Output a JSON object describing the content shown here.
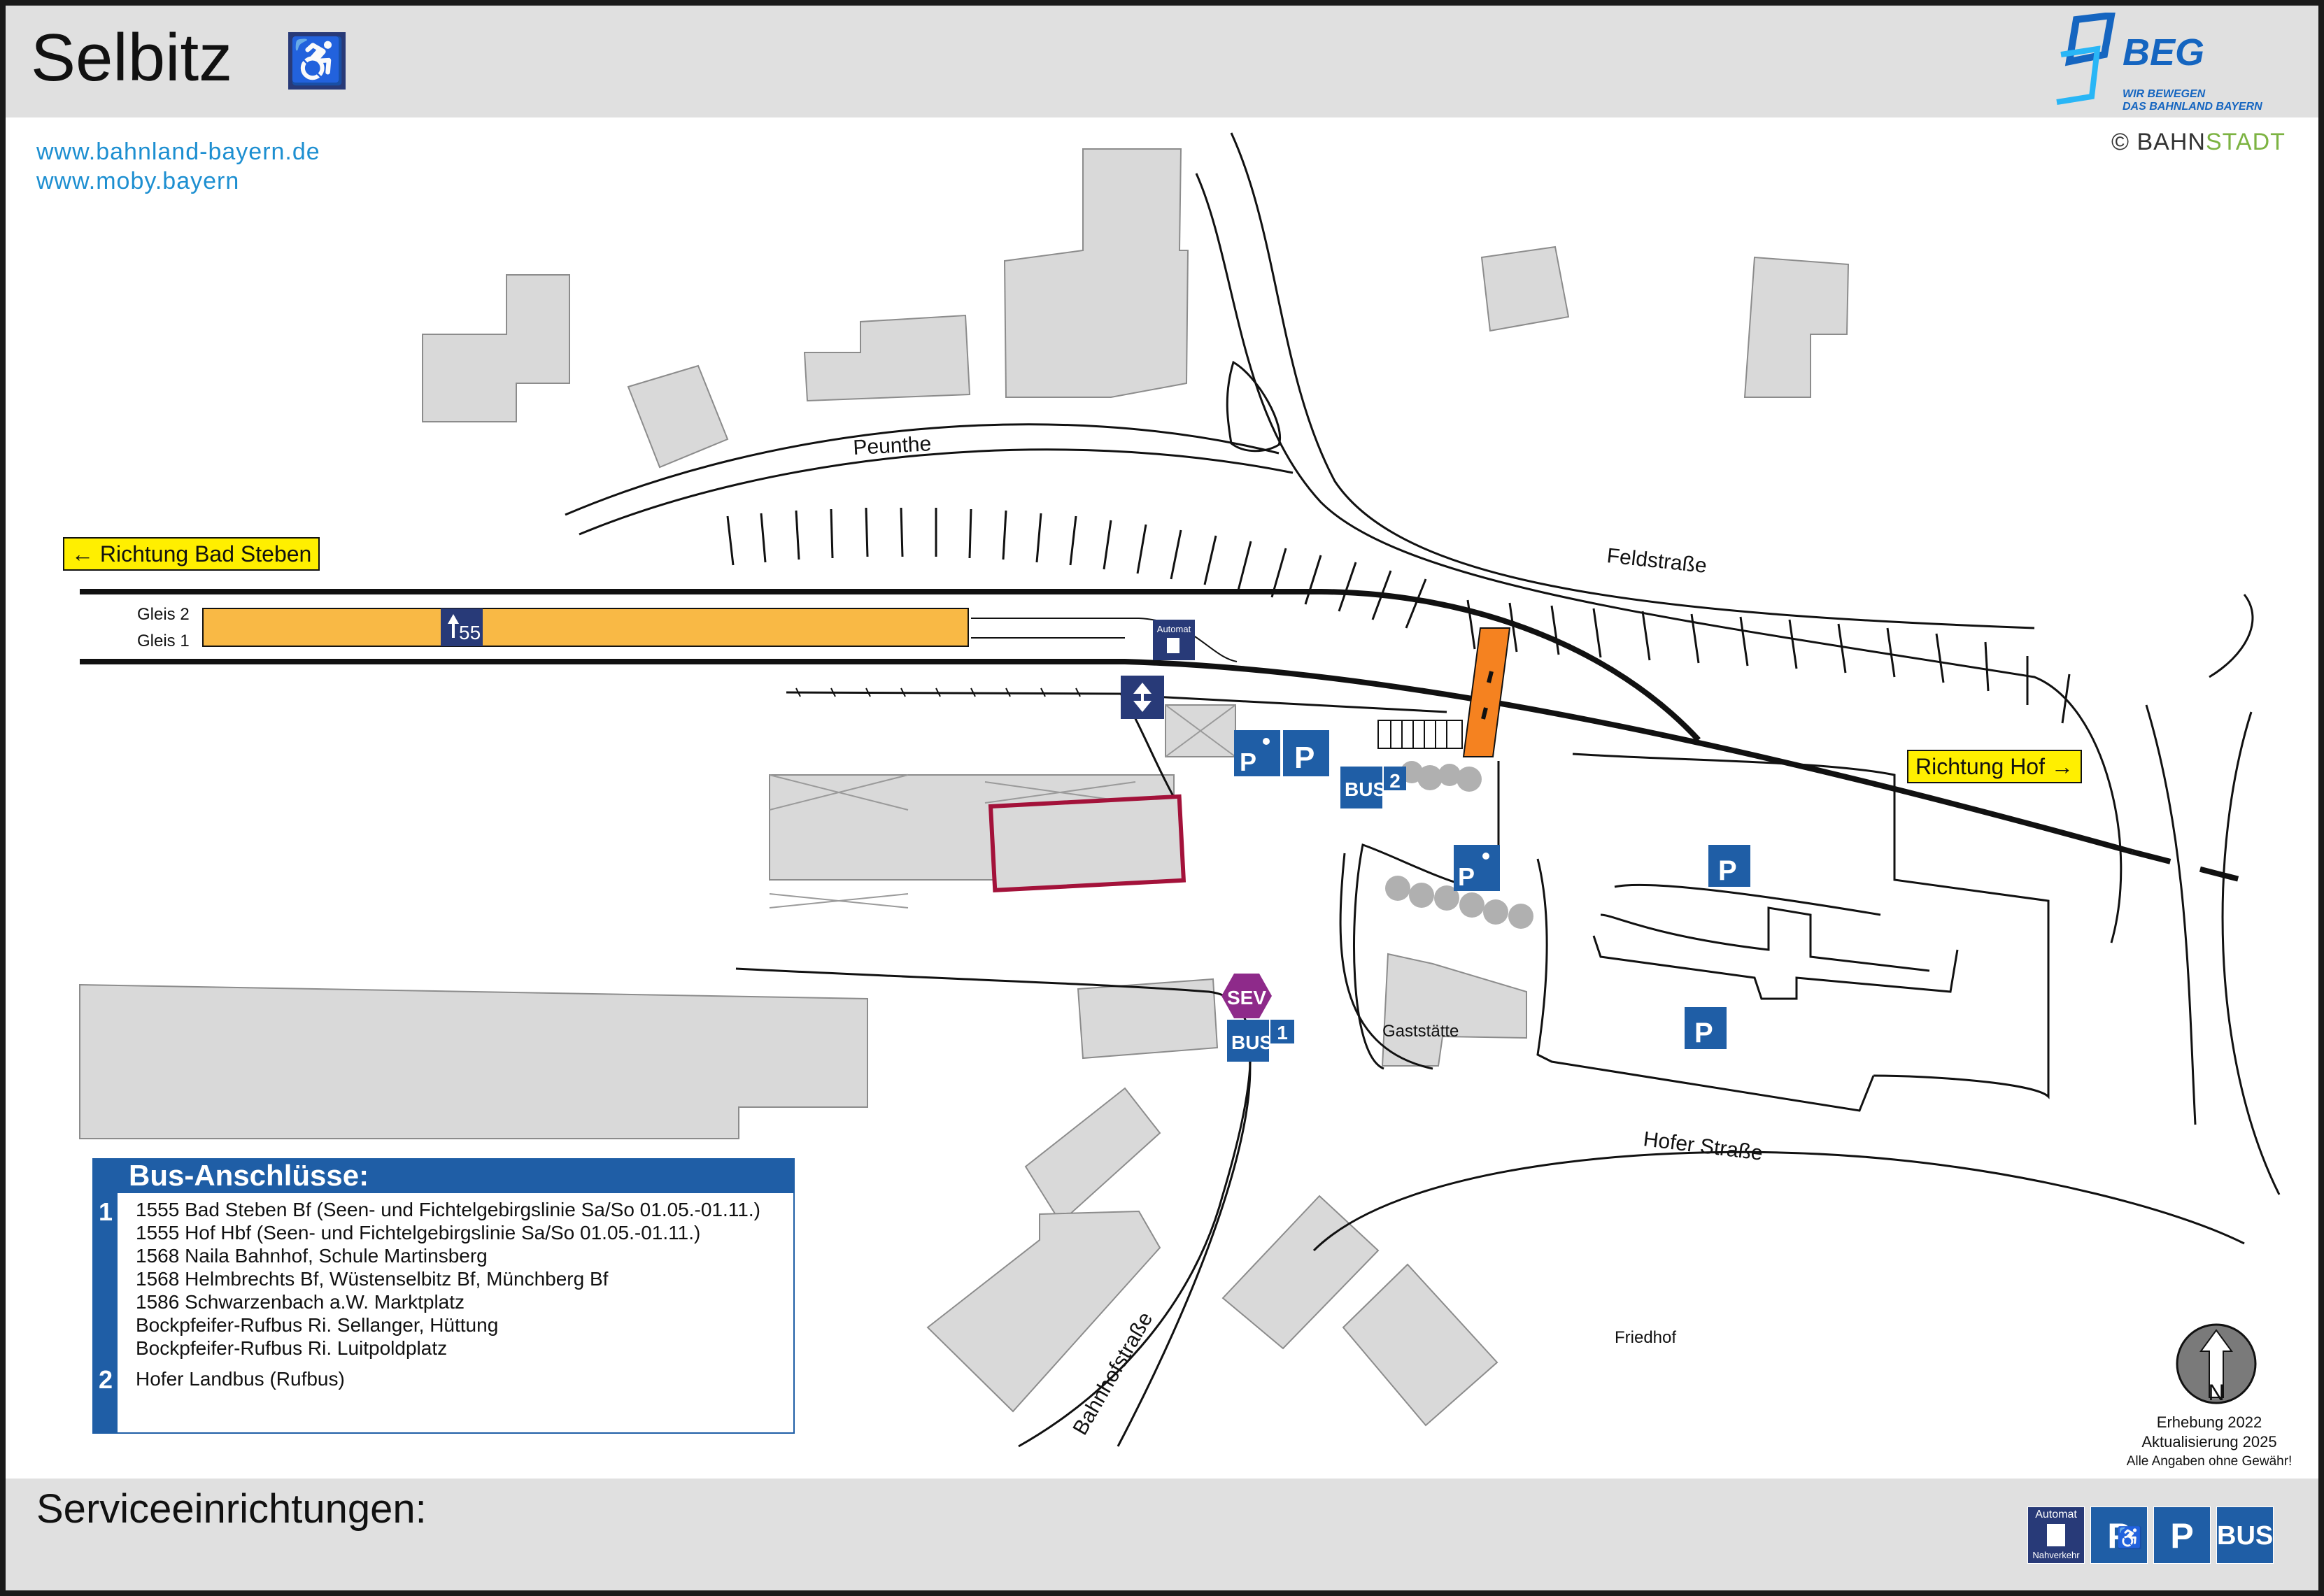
{
  "header": {
    "title": "Selbitz",
    "accessible_icon": "wheelchair-icon",
    "links": [
      "www.bahnland-bayern.de",
      "www.moby.bayern"
    ],
    "beg_logo": {
      "name": "BEG",
      "tagline_1": "WIR BEWEGEN",
      "tagline_2": "DAS BAHNLAND BAYERN"
    },
    "copyright": "© BAHN",
    "copyright_suffix": "STADT"
  },
  "map": {
    "streets": [
      "Peunthe",
      "Feldstraße",
      "Hofer Straße",
      "Bahnhofstraße"
    ],
    "places": [
      "Gaststätte",
      "Friedhof"
    ],
    "directions": [
      {
        "label": "Richtung Bad Steben",
        "arrow": "←"
      },
      {
        "label": "Richtung Hof",
        "arrow": "→"
      }
    ],
    "tracks": [
      "Gleis 2",
      "Gleis 1"
    ],
    "platform_label": "55",
    "machine_label": "Automat",
    "sev_label": "SEV",
    "bus_stops": [
      {
        "label": "BUS",
        "number": "1"
      },
      {
        "label": "BUS",
        "number": "2"
      }
    ],
    "parking_label": "P",
    "north_label": "N"
  },
  "bus_connections": {
    "title": "Bus-Anschlüsse:",
    "groups": [
      {
        "number": "1",
        "lines": [
          "1555 Bad Steben Bf (Seen- und Fichtelgebirgslinie Sa/So 01.05.-01.11.)",
          "1555 Hof Hbf (Seen- und Fichtelgebirgslinie Sa/So 01.05.-01.11.)",
          "1568 Naila Bahnhof, Schule Martinsberg",
          "1568 Helmbrechts Bf, Wüstenselbitz Bf, Münchberg Bf",
          "1586 Schwarzenbach a.W. Marktplatz",
          "Bockpfeifer-Rufbus Ri. Sellanger, Hüttung",
          "Bockpfeifer-Rufbus Ri. Luitpoldplatz"
        ]
      },
      {
        "number": "2",
        "lines": [
          "Hofer Landbus (Rufbus)"
        ]
      }
    ]
  },
  "notes": [
    "Erhebung 2022",
    "Aktualisierung 2025",
    "Alle Angaben ohne Gewähr!"
  ],
  "footer": {
    "title": "Serviceeinrichtungen:",
    "icons": [
      {
        "name": "ticket-machine-icon",
        "top": "Automat",
        "bottom": "Nahverkehr"
      },
      {
        "name": "accessible-parking-icon",
        "label": "P"
      },
      {
        "name": "parking-icon",
        "label": "P"
      },
      {
        "name": "bus-icon",
        "label": "BUS"
      }
    ]
  },
  "colors": {
    "building": "#d9d9d9",
    "platform": "#f9b945",
    "crossing": "#f58220",
    "service_blue": "#1f5ea6",
    "dark_blue": "#283a78",
    "station_outline": "#a3123a",
    "sev_purple": "#8e2a8a",
    "direction_yellow": "#ffef00"
  }
}
